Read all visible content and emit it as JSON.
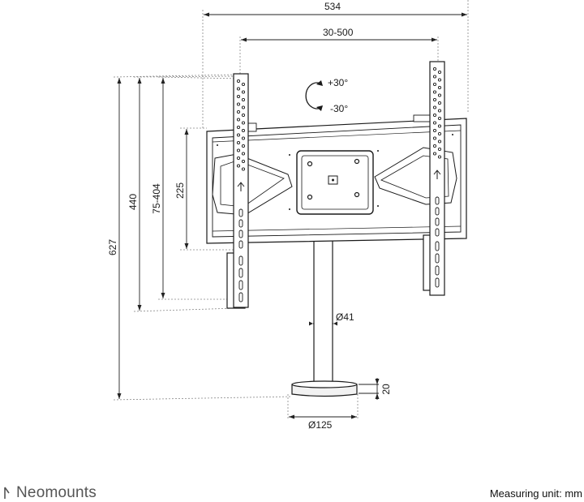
{
  "dimensions": {
    "overall_width": "534",
    "vesa_horizontal": "30-500",
    "overall_height": "627",
    "arm_height": "440",
    "vesa_vertical": "75-404",
    "plate_height": "225",
    "pole_diameter": "Ø41",
    "base_height": "20",
    "base_diameter": "Ø125"
  },
  "tilt": {
    "up": "+30°",
    "down": "-30°"
  },
  "footer": {
    "brand": "Neomounts",
    "measuring_unit": "Measuring unit: mm"
  },
  "colors": {
    "line": "#1a1a1a",
    "dimension_line": "#222222",
    "extension_line": "#888888",
    "brand_gray": "#555555"
  }
}
